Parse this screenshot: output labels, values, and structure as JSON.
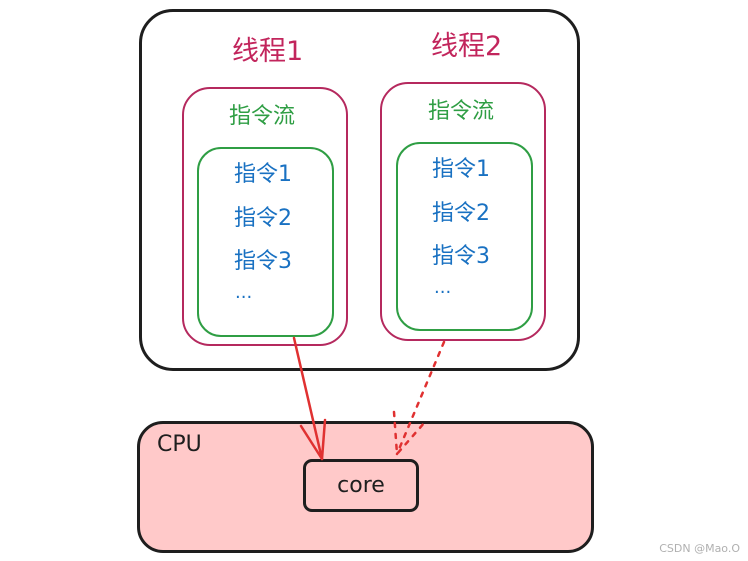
{
  "threads": [
    {
      "title": "线程1",
      "stream_label": "指令流",
      "instructions": [
        "指令1",
        "指令2",
        "指令3",
        "..."
      ]
    },
    {
      "title": "线程2",
      "stream_label": "指令流",
      "instructions": [
        "指令1",
        "指令2",
        "指令3",
        "..."
      ]
    }
  ],
  "cpu": {
    "label": "CPU",
    "core_label": "core"
  },
  "watermark": "CSDN @Mao.O",
  "colors": {
    "thread": "#c2255c",
    "stream": "#2f9e44",
    "instruction": "#1971c2",
    "cpu_fill": "#ffc9c9",
    "arrow": "#e03131"
  }
}
